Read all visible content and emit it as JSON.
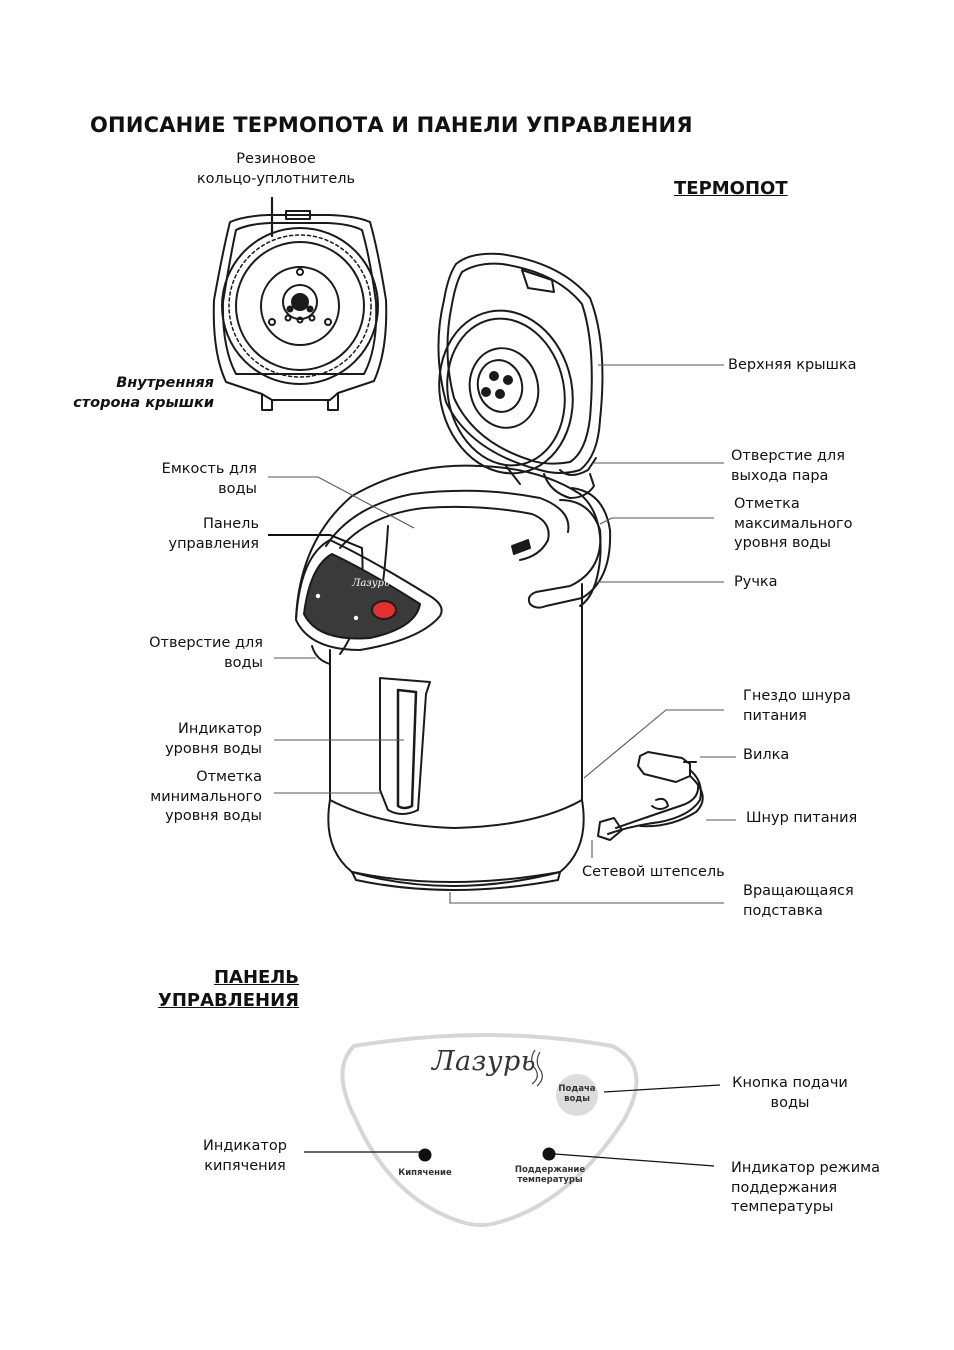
{
  "title": "ОПИСАНИЕ ТЕРМОПОТА И ПАНЕЛИ УПРАВЛЕНИЯ",
  "sections": {
    "thermopot": "ТЕРМОПОТ",
    "control_panel": "ПАНЕЛЬ\nУПРАВЛЕНИЯ"
  },
  "lid_labels": {
    "rubber_ring": "Резиновое\nкольцо-уплотнитель",
    "inner_side": "Внутренняя\nсторона крышки"
  },
  "left_labels": {
    "water_container": "Емкость для\nводы",
    "control_panel": "Панель\nуправления",
    "water_opening": "Отверстие для\nводы",
    "level_indicator": "Индикатор\nуровня воды",
    "min_mark": "Отметка\nминимального\nуровня воды"
  },
  "right_labels": {
    "top_lid": "Верхняя крышка",
    "steam_outlet": "Отверстие для\nвыхода пара",
    "max_mark": "Отметка\nмаксимального\nуровня воды",
    "handle": "Ручка",
    "cord_socket": "Гнездо шнура\nпитания",
    "plug": "Вилка",
    "power_cord": "Шнур питания",
    "mains_plug": "Сетевой штепсель",
    "rotating_base": "Вращающаяся\nподставка"
  },
  "panel": {
    "brand": "Лазурь",
    "dispense_button": "Подача\nводы",
    "boil_label": "Кипячение",
    "keep_warm_label": "Поддержание\nтемпературы",
    "callouts": {
      "dispense_button": "Кнопка подачи\nводы",
      "boil_indicator": "Индикатор\nкипячения",
      "keep_warm_indicator": "Индикатор режима\nподдержания\nтемпературы"
    }
  }
}
